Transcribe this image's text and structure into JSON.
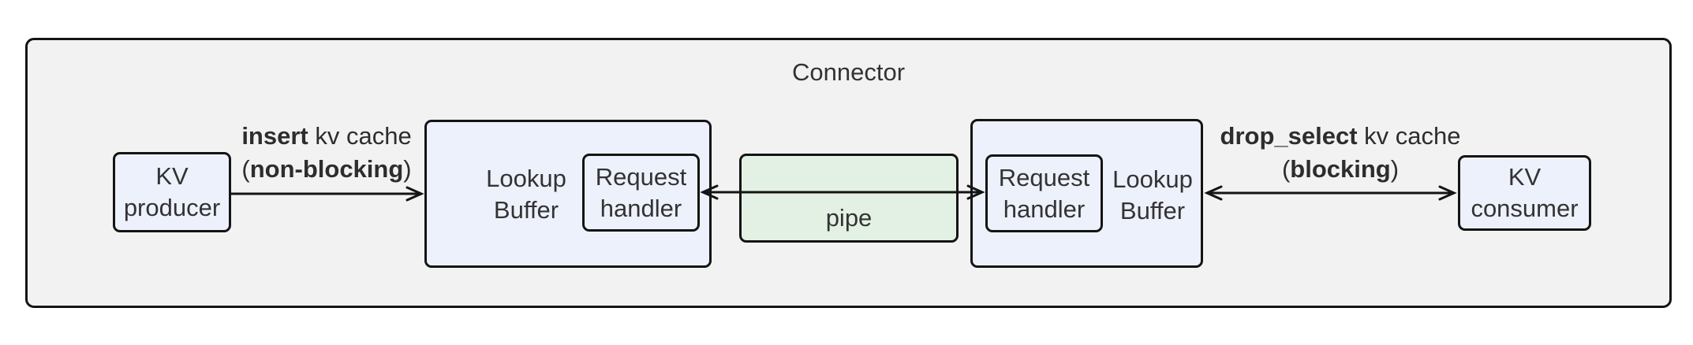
{
  "diagram": {
    "title": "Connector",
    "nodes": {
      "kv_producer": {
        "line1": "KV",
        "line2": "producer"
      },
      "lookup_buffer_left": {
        "line1": "Lookup",
        "line2": "Buffer"
      },
      "request_handler_left": {
        "line1": "Request",
        "line2": "handler"
      },
      "pipe": {
        "label": "pipe"
      },
      "request_handler_right": {
        "line1": "Request",
        "line2": "handler"
      },
      "lookup_buffer_right": {
        "line1": "Lookup",
        "line2": "Buffer"
      },
      "kv_consumer": {
        "line1": "KV",
        "line2": "consumer"
      }
    },
    "edge_labels": {
      "insert": {
        "verb": "insert",
        "suffix": " kv cache",
        "open": "(",
        "mode": "non-blocking",
        "close": ")"
      },
      "drop_select": {
        "verb": "drop_select",
        "suffix": " kv cache",
        "open": "(",
        "mode": "blocking",
        "close": ")"
      }
    },
    "colors": {
      "border": "#141414",
      "text": "#333333",
      "node_fill": "#edf1fb",
      "pipe_fill": "#e3f1e4",
      "container_fill": "#f2f2f2",
      "canvas_bg": "#ffffff"
    }
  }
}
